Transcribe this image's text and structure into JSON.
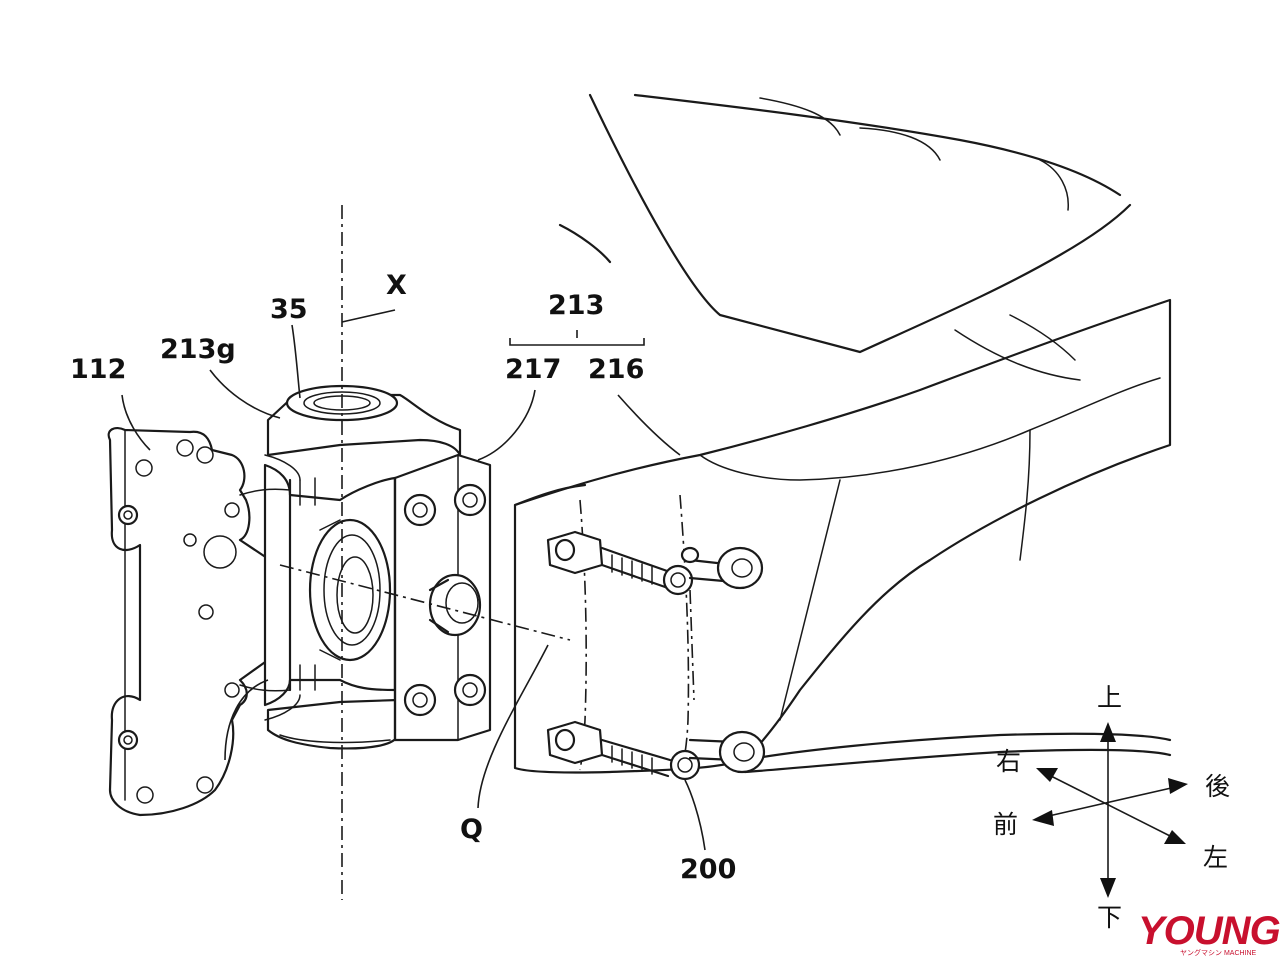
{
  "labels": {
    "part_112": "112",
    "part_213g": "213g",
    "part_35": "35",
    "axis_x": "X",
    "part_213": "213",
    "part_217": "217",
    "part_216": "216",
    "axis_q": "Q",
    "part_200": "200"
  },
  "directions": {
    "up": "上",
    "down": "下",
    "right": "右",
    "front": "前",
    "rear": "後",
    "left": "左"
  },
  "watermark": {
    "brand": "YOUNG",
    "sub": "ヤングマシン MACHINE",
    "color": "#c8102e"
  }
}
